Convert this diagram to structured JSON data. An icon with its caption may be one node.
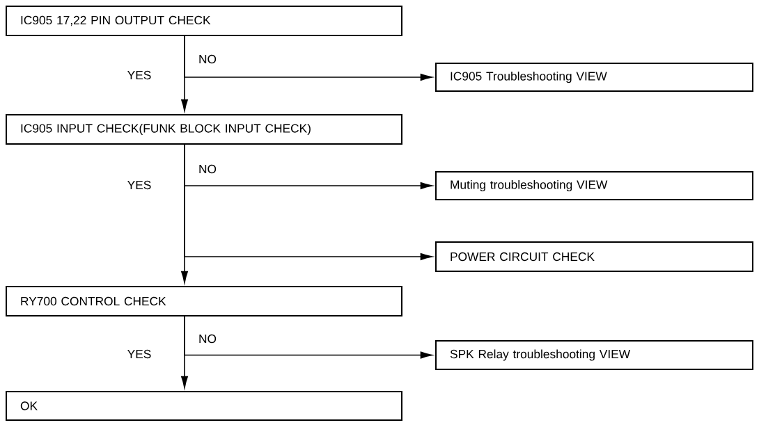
{
  "diagram": {
    "nodes": [
      {
        "text": [
          "IC905 17,22 PIN OUTPUT CHECK"
        ]
      },
      {
        "text": [
          "IC905 Troubleshooting VIEW"
        ]
      },
      {
        "text": [
          "IC905 INPUT CHECK(FUNK BLOCK INPUT CHECK)"
        ]
      },
      {
        "text": [
          "Muting troubleshooting VIEW"
        ]
      },
      {
        "text": [
          "POWER CIRCUIT CHECK"
        ]
      },
      {
        "text": [
          "RY700 CONTROL CHECK"
        ]
      },
      {
        "text": [
          "SPK Relay troubleshooting VIEW"
        ]
      },
      {
        "text": [
          "OK"
        ]
      }
    ],
    "edges": [
      {
        "from": 0,
        "to": 1,
        "arrow": "to",
        "label": "NO"
      },
      {
        "from": 0,
        "to": 2,
        "arrow": "to",
        "label": "YES"
      },
      {
        "from": 2,
        "to": 3,
        "arrow": "to",
        "label": "NO"
      },
      {
        "from": 2,
        "to": 4,
        "arrow": "to"
      },
      {
        "from": 2,
        "to": 5,
        "arrow": "to",
        "label": "YES"
      },
      {
        "from": 5,
        "to": 6,
        "arrow": "to",
        "label": "NO"
      },
      {
        "from": 5,
        "to": 7,
        "arrow": "to",
        "label": "YES"
      }
    ]
  }
}
